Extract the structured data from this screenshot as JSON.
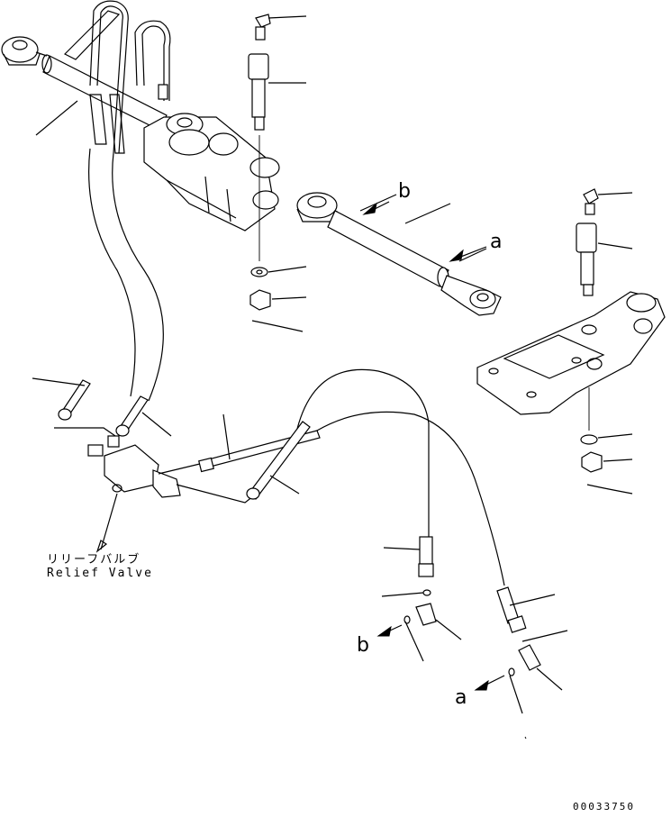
{
  "labels": {
    "relief_valve_jp": "リリーフバルブ",
    "relief_valve_en": "Relief Valve",
    "mark_b_top": "b",
    "mark_a_top": "a",
    "mark_b_bottom": "b",
    "mark_a_bottom": "a",
    "document_number": "00033750"
  },
  "colors": {
    "line": "#000000",
    "background": "#ffffff"
  }
}
